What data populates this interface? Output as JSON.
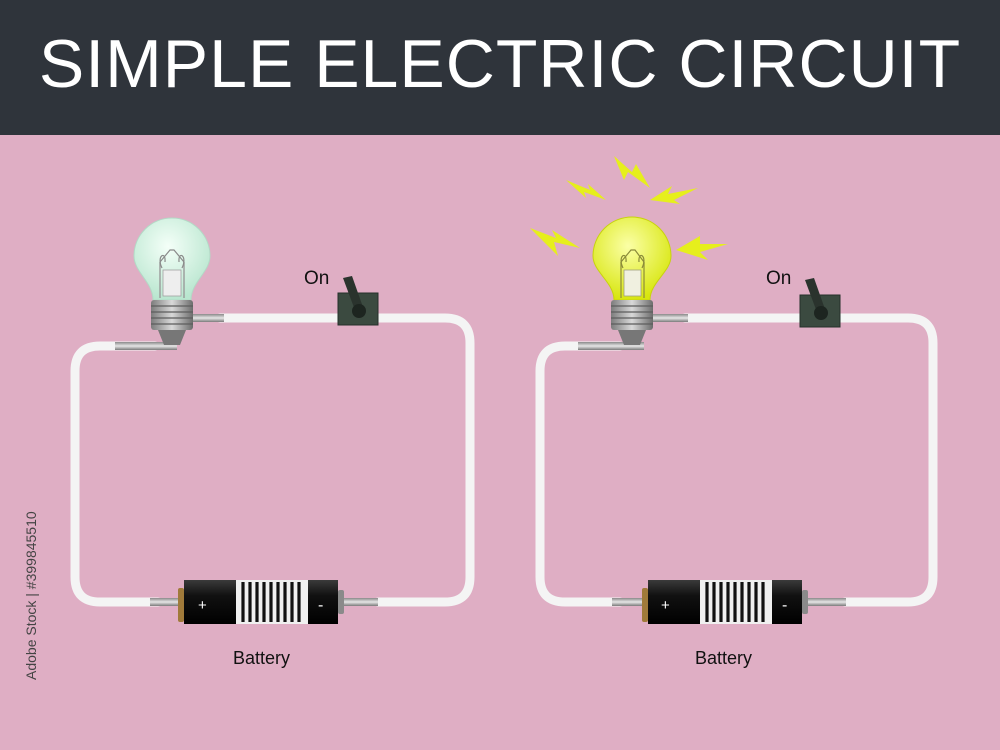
{
  "title": "SIMPLE ELECTRIC CIRCUIT",
  "circuits": [
    {
      "switch_label": "On",
      "battery_label": "Battery",
      "battery_plus": "+",
      "battery_minus": "-",
      "bulb_state": "off"
    },
    {
      "switch_label": "On",
      "battery_label": "Battery",
      "battery_plus": "+",
      "battery_minus": "-",
      "bulb_state": "lit"
    }
  ],
  "side_text": "Adobe Stock | #399845510",
  "colors": {
    "background": "#dfaec4",
    "title_bar": "#2f343b",
    "wire": "#f4f4f4",
    "bulb_off": "#d8f3e6",
    "bulb_lit": "#e6ef1c",
    "spark": "#e6ef1c",
    "switch": "#3b4a40"
  },
  "icons": [
    "light-bulb-icon",
    "toggle-switch-icon",
    "battery-icon",
    "spark-icon"
  ]
}
